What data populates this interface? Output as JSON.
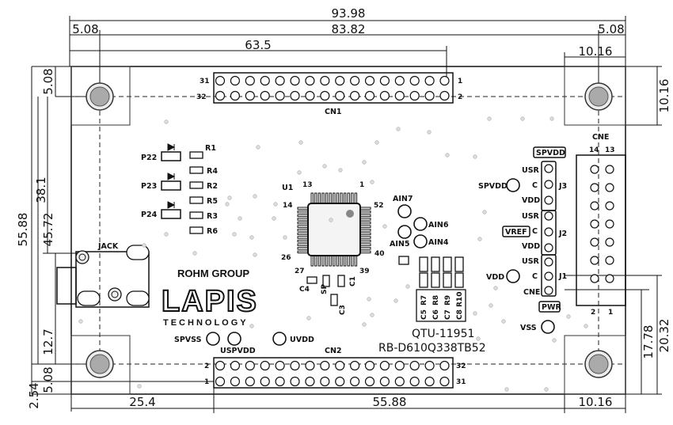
{
  "dimensions": {
    "top_total": "93.98",
    "top_inner": "83.82",
    "left_offset": "5.08",
    "right_offset": "5.08",
    "cn1_width": "63.5",
    "right_10_16_top": "10.16",
    "right_side_10_16": "10.16",
    "left_5_08": "5.08",
    "left_55_88": "55.88",
    "left_38_1": "38.1",
    "left_45_72": "45.72",
    "left_12_7": "12.7",
    "left_2_54": "2.54",
    "left_5_08_b": "5.08",
    "bottom_25_4": "25.4",
    "bottom_55_88": "55.88",
    "bottom_10_16": "10.16",
    "right_17_78": "17.78",
    "right_20_32": "20.32"
  },
  "connectors": {
    "cn1": {
      "name": "CN1",
      "pin_left_top": "31",
      "pin_left_bottom": "32",
      "pin_right_top": "1",
      "pin_right_bottom": "2"
    },
    "cn2": {
      "name": "CN2",
      "pin_left_top": "2",
      "pin_left_bottom": "1",
      "pin_right_top": "32",
      "pin_right_bottom": "31"
    },
    "cne": {
      "name": "CNE",
      "pin_14": "14",
      "pin_13": "13",
      "pin_2": "2",
      "pin_1": "1"
    }
  },
  "leds": {
    "p22": "P22",
    "p23": "P23",
    "p24": "P24"
  },
  "resistors": {
    "r1": "R1",
    "r2": "R2",
    "r3": "R3",
    "r4": "R4",
    "r5": "R5",
    "r6": "R6"
  },
  "ic": {
    "name": "U1",
    "pin13": "13",
    "pin1": "1",
    "pin14": "14",
    "pin52": "52",
    "pin26": "26",
    "pin40": "40",
    "pin27": "27",
    "pin39": "39"
  },
  "components": {
    "c4": "C4",
    "c1": "C1",
    "c3": "C3",
    "sp": "SP",
    "jack": "JACK"
  },
  "test_points": {
    "ain7": "AIN7",
    "ain6": "AIN6",
    "ain5": "AIN5",
    "ain4": "AIN4",
    "spvdd_tp": "SPVDD",
    "vdd_tp": "VDD",
    "vss_tp": "VSS",
    "spvss": "SPVSS",
    "uspvdd": "USPVDD",
    "uvdd": "UVDD",
    "cne_tp": "CNE"
  },
  "jumpers": {
    "spvdd_box": "SPVDD",
    "vref_box": "VREF",
    "pwr_box": "PWR",
    "j3": "J3",
    "j2": "J2",
    "j1": "J1",
    "j3_usr": "USR",
    "j3_c": "C",
    "j3_vdd": "VDD",
    "j2_usr": "USR",
    "j2_c": "C",
    "j2_vdd": "VDD",
    "j1_usr": "USR",
    "j1_c": "C"
  },
  "bank": {
    "r7": "R7",
    "c5": "C5",
    "r8": "R8",
    "c6": "C6",
    "r9": "R9",
    "c7": "C7",
    "r10": "R10",
    "c8": "C8"
  },
  "branding": {
    "rohm": "ROHM GROUP",
    "lapis": "LAPIS",
    "technology": "TECHNOLOGY"
  },
  "board_id": {
    "qtu": "QTU-11951",
    "part": "RB-D610Q338TB52"
  }
}
